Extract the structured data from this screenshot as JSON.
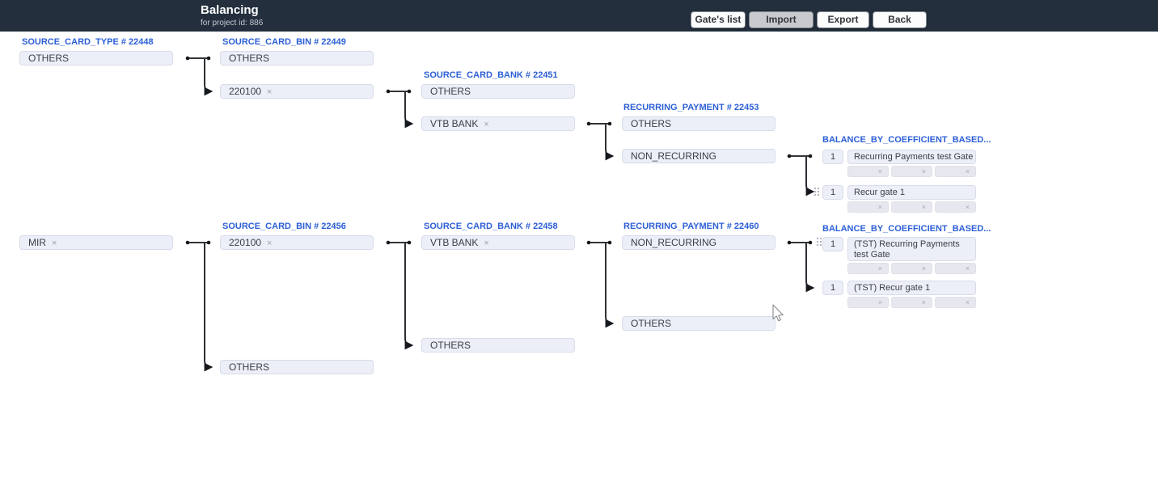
{
  "colors": {
    "header_bg": "#232f3d",
    "accent_blue": "#2c5fd6",
    "chip_bg": "#edeff8",
    "chip_border": "#d8dbe8",
    "slot_bg": "#e7e8ef",
    "active_button_bg": "#c9cacd",
    "connector": "#15181d"
  },
  "icons": {
    "remove": "×"
  },
  "header": {
    "title": "Balancing",
    "subtitle": "for project id: 886",
    "buttons": [
      {
        "label": "Gate's list"
      },
      {
        "label": "Import",
        "active": true
      },
      {
        "label": "Export"
      },
      {
        "label": "Back"
      }
    ]
  },
  "groups": [
    {
      "title": "SOURCE_CARD_TYPE # 22448",
      "values": [
        {
          "label": "OTHERS",
          "removable": false
        },
        {
          "label": "MIR",
          "removable": true
        }
      ]
    },
    {
      "title": "SOURCE_CARD_BIN # 22449",
      "values": [
        {
          "label": "OTHERS",
          "removable": false
        },
        {
          "label": "220100",
          "removable": true
        }
      ]
    },
    {
      "title": "SOURCE_CARD_BANK # 22451",
      "values": [
        {
          "label": "OTHERS",
          "removable": false
        },
        {
          "label": "VTB BANK",
          "removable": true
        }
      ]
    },
    {
      "title": "RECURRING_PAYMENT # 22453",
      "values": [
        {
          "label": "OTHERS",
          "removable": false
        },
        {
          "label": "NON_RECURRING",
          "removable": false
        }
      ]
    },
    {
      "title": "BALANCE_BY_COEFFICIENT_BASED...",
      "rows": [
        {
          "coefficient": "1",
          "gate": "Recurring Payments test Gate",
          "empty_slots": 3
        },
        {
          "coefficient": "1",
          "gate": "Recur gate 1",
          "empty_slots": 3
        }
      ]
    },
    {
      "title": "SOURCE_CARD_BIN # 22456",
      "values": [
        {
          "label": "220100",
          "removable": true
        },
        {
          "label": "OTHERS",
          "removable": false
        }
      ]
    },
    {
      "title": "SOURCE_CARD_BANK # 22458",
      "values": [
        {
          "label": "VTB BANK",
          "removable": true
        },
        {
          "label": "OTHERS",
          "removable": false
        }
      ]
    },
    {
      "title": "RECURRING_PAYMENT # 22460",
      "values": [
        {
          "label": "NON_RECURRING",
          "removable": false
        },
        {
          "label": "OTHERS",
          "removable": false
        }
      ]
    },
    {
      "title": "BALANCE_BY_COEFFICIENT_BASED...",
      "rows": [
        {
          "coefficient": "1",
          "gate": "(TST) Recurring Payments test Gate",
          "empty_slots": 3
        },
        {
          "coefficient": "1",
          "gate": "(TST) Recur gate 1",
          "empty_slots": 3
        }
      ]
    }
  ]
}
